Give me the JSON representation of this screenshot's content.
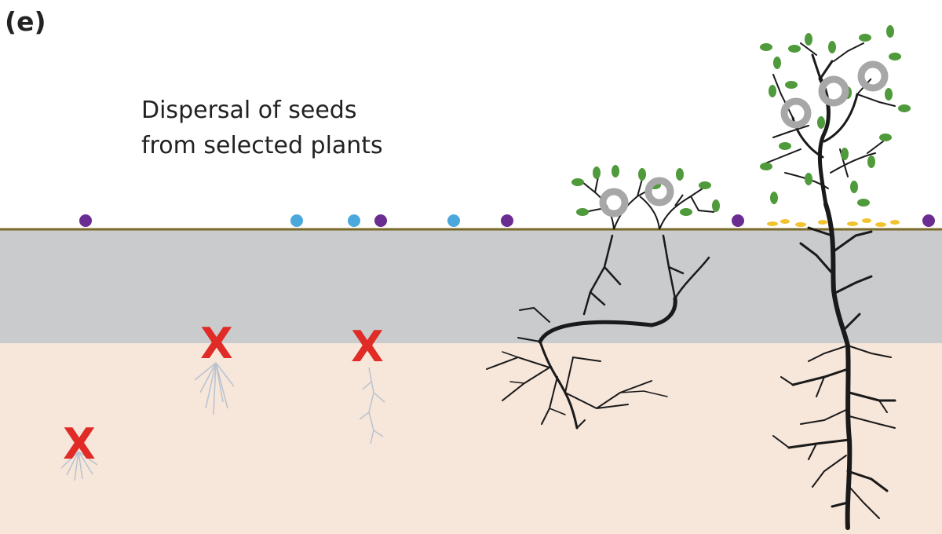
{
  "panel_label": "(e)",
  "caption": {
    "line1": "Dispersal of seeds",
    "line2": "from selected plants"
  },
  "dead_marker": "X",
  "seed_colors": [
    "#6a2c91",
    "#4aa8dc"
  ],
  "colors": {
    "surface_line": "#7a6a2a",
    "upper_soil": "#c9cbcd",
    "lower_soil": "#f7e6da",
    "dead_marker": "#e02b26",
    "leaf": "#4f9a3a",
    "branch": "#1a1a1a",
    "fruit": "#a7a7a7",
    "litter": "#f2c230",
    "dead_roots": "#b9c3cf"
  }
}
